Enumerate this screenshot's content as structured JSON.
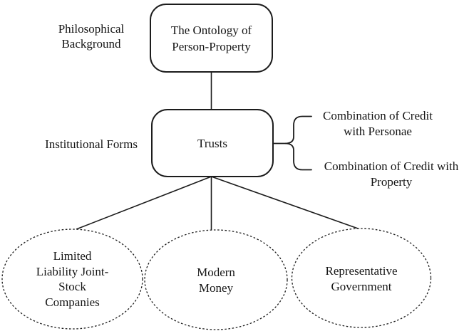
{
  "labels": {
    "philosophical_background": "Philosophical\nBackground",
    "institutional_forms": "Institutional Forms"
  },
  "nodes": {
    "ontology": "The Ontology of\nPerson-Property",
    "trusts": "Trusts",
    "companies": "Limited\nLiability Joint-\nStock\nCompanies",
    "money": "Modern\nMoney",
    "government": "Representative\nGovernment"
  },
  "brace_annotations": {
    "personae": "Combination of Credit\nwith Personae",
    "property": "Combination of Credit with\nProperty"
  },
  "colors": {
    "stroke": "#1c1c1c",
    "background": "#ffffff",
    "text": "#151515"
  }
}
